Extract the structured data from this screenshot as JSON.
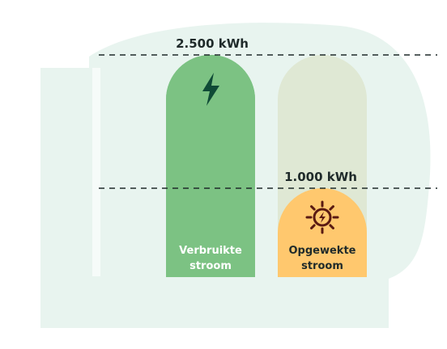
{
  "chart_data": {
    "type": "bar",
    "unit": "kWh",
    "ylim": [
      0,
      2500
    ],
    "categories": [
      "Verbruikte stroom",
      "Opgewekte stroom"
    ],
    "values": [
      2500,
      1000
    ],
    "series": [
      {
        "label_lines": [
          "Verbruikte",
          "stroom"
        ],
        "value": 2500,
        "color": "#7cc283",
        "track_color": "#7cc283",
        "label_color": "#ffffff",
        "icon": "lightning-bolt-icon",
        "icon_color": "#0f4a36"
      },
      {
        "label_lines": [
          "Opgewekte",
          "stroom"
        ],
        "value": 1000,
        "color": "#ffc86e",
        "track_color": "#dfe8d4",
        "label_color": "#1f2a2a",
        "icon": "sun-lightning-icon",
        "icon_color": "#5a1a12"
      }
    ],
    "reference_lines": [
      {
        "value": 2500,
        "label": "2.500 kWh"
      },
      {
        "value": 1000,
        "label": "1.000 kWh"
      }
    ],
    "background_color": "#e8f4ef"
  }
}
